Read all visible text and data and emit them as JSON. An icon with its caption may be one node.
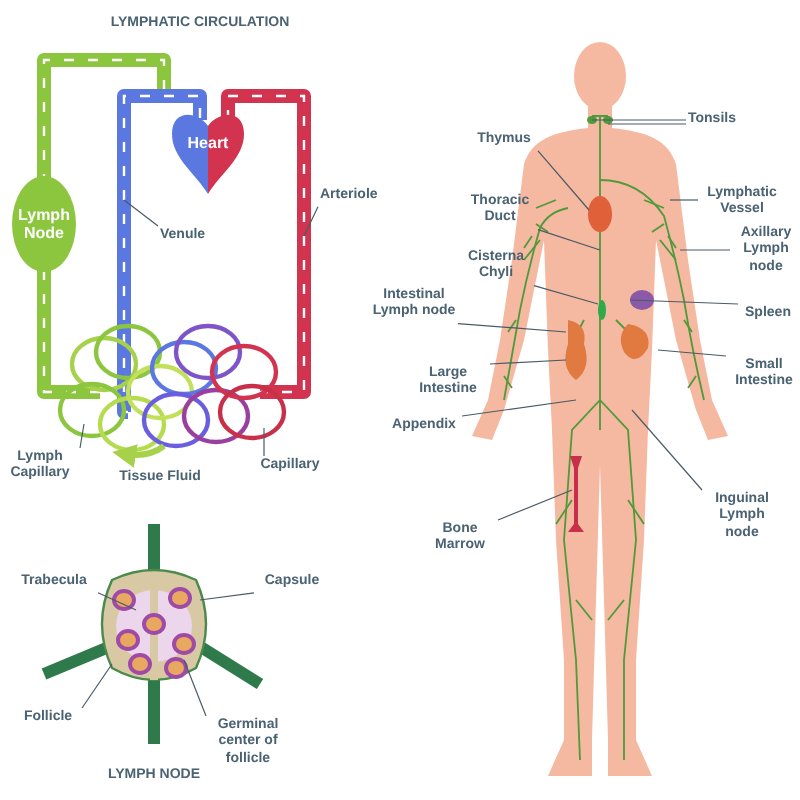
{
  "diagram": {
    "nodes": [
      {
        "text": [
          "Lymph Node"
        ]
      },
      {
        "text": [
          "Heart"
        ]
      },
      {
        "text": [
          "Venule"
        ]
      },
      {
        "text": [
          "Arteriole"
        ]
      },
      {
        "text": [
          "Lymph Capillary"
        ]
      },
      {
        "text": [
          "Capillary"
        ]
      },
      {
        "text": [
          "Tonsils"
        ]
      },
      {
        "text": [
          "Thymus"
        ]
      },
      {
        "text": [
          "Lymphatic Vessel"
        ]
      },
      {
        "text": [
          "Thoracic Duct"
        ]
      },
      {
        "text": [
          "Cisterna Chyli"
        ]
      },
      {
        "text": [
          "Axillary Lymph node"
        ]
      },
      {
        "text": [
          "Intestinal Lymph node"
        ]
      },
      {
        "text": [
          "Spleen"
        ]
      },
      {
        "text": [
          "Large Intestine"
        ]
      },
      {
        "text": [
          "Small Intestine"
        ]
      },
      {
        "text": [
          "Appendix"
        ]
      },
      {
        "text": [
          "Bone Marrow"
        ]
      },
      {
        "text": [
          "Inguinal Lymph node"
        ]
      },
      {
        "text": [
          "Trabecula"
        ]
      },
      {
        "text": [
          "Capsule"
        ]
      },
      {
        "text": [
          "Follicle"
        ]
      },
      {
        "text": [
          "Germinal center of follicle"
        ]
      }
    ],
    "edges": [
      {
        "from": 2,
        "to": null,
        "arrow": "none"
      },
      {
        "from": 3,
        "to": null,
        "arrow": "none"
      },
      {
        "from": 4,
        "to": null,
        "arrow": "none"
      },
      {
        "from": 5,
        "to": null,
        "arrow": "none"
      },
      {
        "from": 6,
        "to": null,
        "arrow": "none"
      },
      {
        "from": 6,
        "to": null,
        "arrow": "none"
      },
      {
        "from": 7,
        "to": null,
        "arrow": "none"
      },
      {
        "from": 8,
        "to": null,
        "arrow": "none"
      },
      {
        "from": 9,
        "to": null,
        "arrow": "none"
      },
      {
        "from": 10,
        "to": null,
        "arrow": "none"
      },
      {
        "from": 11,
        "to": null,
        "arrow": "none"
      },
      {
        "from": 12,
        "to": null,
        "arrow": "none"
      },
      {
        "from": 13,
        "to": null,
        "arrow": "none"
      },
      {
        "from": 14,
        "to": null,
        "arrow": "none"
      },
      {
        "from": 15,
        "to": null,
        "arrow": "none"
      },
      {
        "from": 16,
        "to": null,
        "arrow": "none"
      },
      {
        "from": 17,
        "to": null,
        "arrow": "none"
      },
      {
        "from": 18,
        "to": null,
        "arrow": "none"
      },
      {
        "from": 19,
        "to": null,
        "arrow": "none"
      },
      {
        "from": 20,
        "to": null,
        "arrow": "none"
      },
      {
        "from": 21,
        "to": null,
        "arrow": "none"
      },
      {
        "from": 22,
        "to": null,
        "arrow": "none"
      }
    ],
    "labels": [
      "LYMPHATIC CIRCULATION",
      "Tissue Fluid",
      "LYMPH NODE"
    ]
  }
}
